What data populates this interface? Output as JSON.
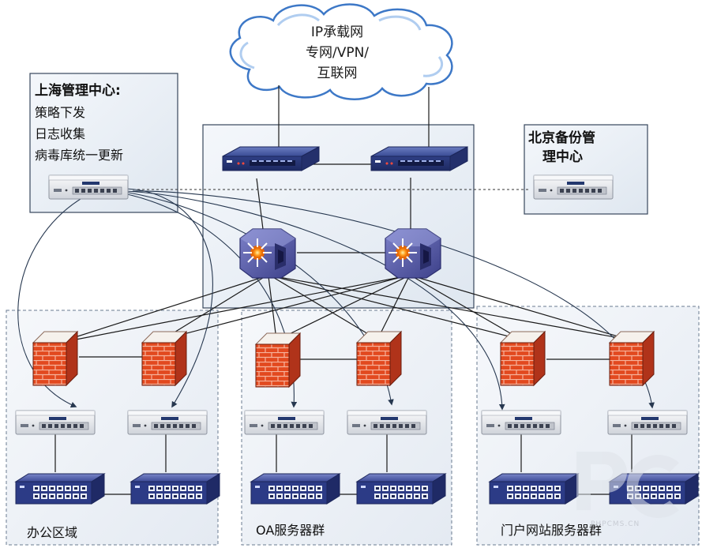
{
  "cloud": {
    "line1": "IP承载网",
    "line2": "专网/VPN/",
    "line3": "互联网"
  },
  "shanghai_panel": {
    "title": "上海管理中心:",
    "items": [
      "策略下发",
      "日志收集",
      "病毒库统一更新"
    ]
  },
  "beijing_panel": {
    "title_line1": "北京备份管",
    "title_line2": "理中心"
  },
  "zones": {
    "office": "办公区域",
    "oa": "OA服务器群",
    "portal": "门户网站服务器群"
  },
  "watermark": "PHPCMS.CN",
  "colors": {
    "router_blue": "#2d3f86",
    "switch_core": "#4b4f98",
    "firewall_red": "#d63a1e",
    "appliance_gray": "#e6e8ec",
    "panel_bg": "#eef3f8",
    "line_dark": "#1a1a1a"
  },
  "icons": [
    "cloud-icon",
    "router-icon",
    "core-switch-icon",
    "firewall-icon",
    "security-appliance-icon",
    "access-switch-icon"
  ]
}
